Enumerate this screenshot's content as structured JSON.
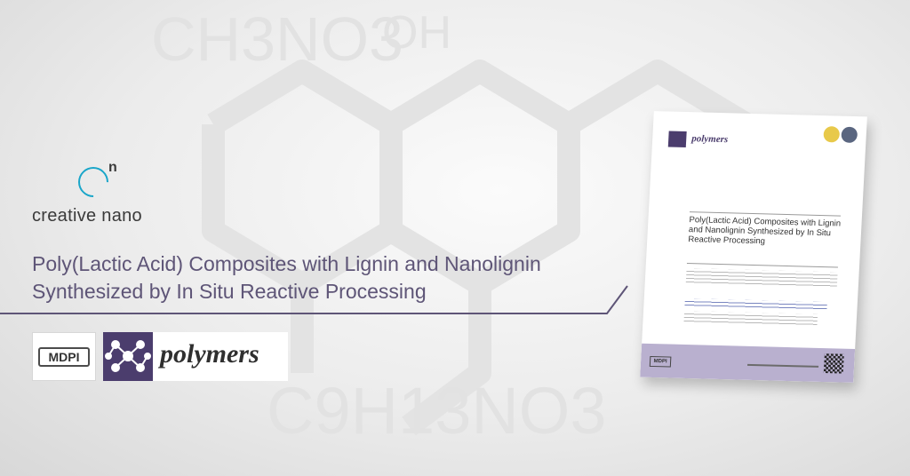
{
  "brand": {
    "superscript": "n",
    "name": "creative nano"
  },
  "headline": {
    "line1": "Poly(Lactic Acid) Composites with Lignin and Nanolignin",
    "line2": "Synthesized by In Situ Reactive Processing"
  },
  "publisher_logos": {
    "mdpi": "MDPI",
    "journal": "polymers"
  },
  "background_formulas": {
    "top": "CH3NO3",
    "hydroxyl": "OH",
    "bottom": "C9H13NO3"
  },
  "colors": {
    "accent_purple": "#5e5577",
    "logo_teal": "#1aa6c9",
    "polymers_purple": "#4b3d6d"
  }
}
